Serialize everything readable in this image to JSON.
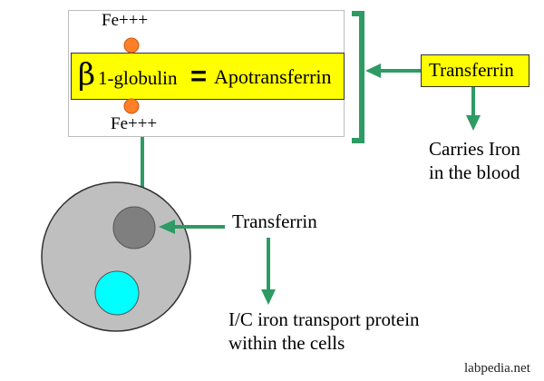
{
  "molecule": {
    "fe_top": "Fe+++",
    "fe_bottom": "Fe+++",
    "beta_symbol": "β",
    "globulin_label": "1-globulin",
    "equals_sign": "=",
    "apotransferrin_label": "Apotransferrin"
  },
  "transferrin_box": {
    "label": "Transferrin"
  },
  "blood_note": {
    "line1": "Carries Iron",
    "line2": "in the blood"
  },
  "cell_section": {
    "transferrin_label": "Transferrin",
    "note_line1": "I/C iron transport protein",
    "note_line2": "within the cells"
  },
  "watermark": "labpedia.net",
  "colors": {
    "arrow_green": "#2e9b64",
    "highlight_yellow": "#ffff00",
    "iron_orange": "#ff7f27",
    "cell_outer": "#bfbfbf",
    "cell_nucleus": "#7f7f7f",
    "cell_vesicle": "#00ffff"
  }
}
